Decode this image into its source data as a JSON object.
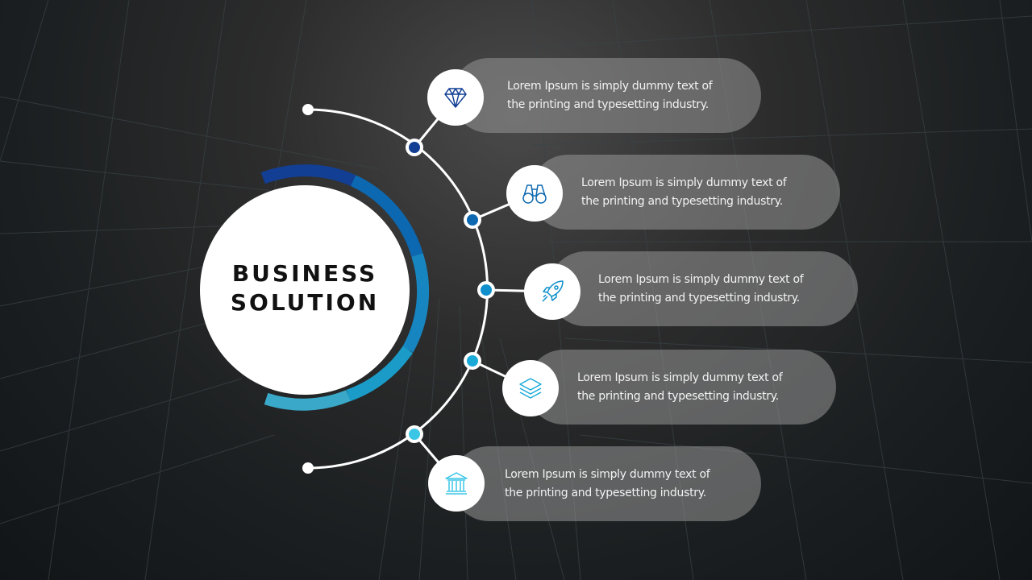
{
  "title": {
    "line1": "BUSINESS",
    "line2": "SOLUTION"
  },
  "colors": {
    "c1": "#123f94",
    "c2": "#0c68b0",
    "c3": "#0f8fcc",
    "c4": "#1aaad8",
    "c5": "#3cc6e6"
  },
  "items": [
    {
      "icon": "diamond-icon",
      "line1": "Lorem Ipsum is simply dummy text of",
      "line2": "the printing and typesetting industry."
    },
    {
      "icon": "binoculars-icon",
      "line1": "Lorem Ipsum is simply dummy text of",
      "line2": "the printing and typesetting industry."
    },
    {
      "icon": "rocket-icon",
      "line1": "Lorem Ipsum is simply dummy text of",
      "line2": "the printing and typesetting industry."
    },
    {
      "icon": "layers-icon",
      "line1": "Lorem Ipsum is simply dummy text of",
      "line2": "the printing and typesetting industry."
    },
    {
      "icon": "bank-icon",
      "line1": "Lorem Ipsum is simply dummy text of",
      "line2": "the printing and typesetting industry."
    }
  ]
}
